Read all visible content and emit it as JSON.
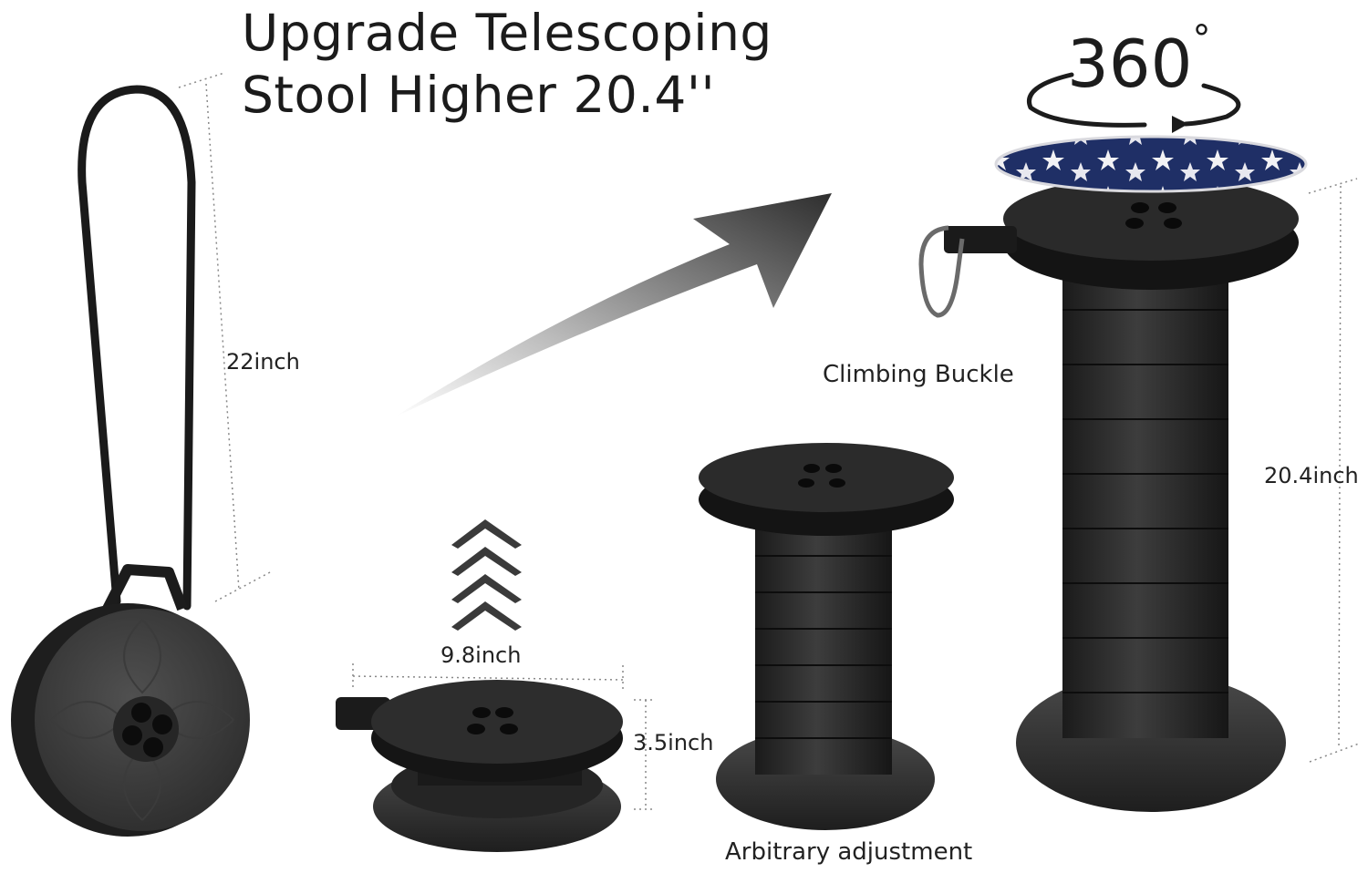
{
  "headline": {
    "line1": "Upgrade Telescoping",
    "line2": "Stool Higher 20.4''"
  },
  "rotation": {
    "text": "360",
    "unit": "°"
  },
  "dimensions": {
    "carry_height": "22inch",
    "diameter": "9.8inch",
    "folded_height": "3.5inch",
    "extended_height": "20.4inch"
  },
  "labels": {
    "climbing_buckle": "Climbing Buckle",
    "arbitrary_adjustment": "Arbitrary adjustment"
  },
  "icons": {
    "growth_arrow": "arrow-up-right-icon",
    "rotate": "rotate-360-icon",
    "expand_chevrons": "chevrons-up-icon"
  },
  "colors": {
    "product": "#2a2a2a",
    "product_dark": "#141414",
    "cushion": "#1f2f66",
    "text": "#1a1a1a"
  }
}
